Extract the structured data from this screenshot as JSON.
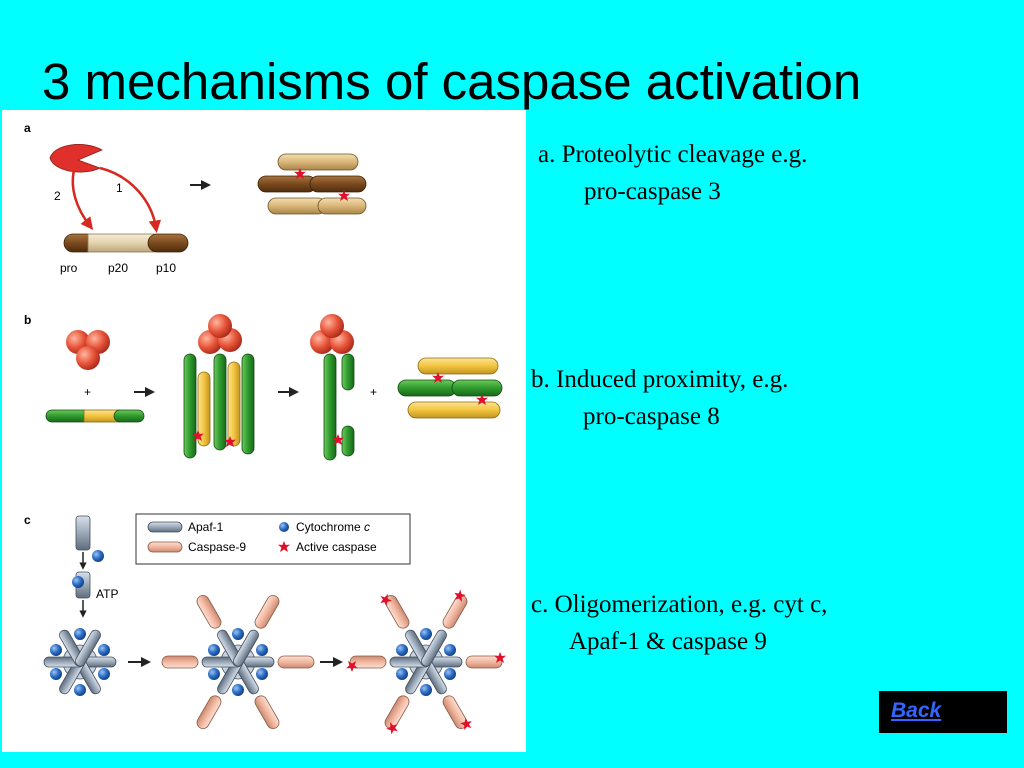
{
  "slide": {
    "title": "3 mechanisms of caspase activation",
    "background_color": "#00FFFF"
  },
  "figure": {
    "panel_a": {
      "tag": "a",
      "arrow_labels": [
        "2",
        "1"
      ],
      "segment_labels": [
        "pro",
        "p20",
        "p10"
      ]
    },
    "panel_b": {
      "tag": "b",
      "plus": "+"
    },
    "panel_c": {
      "tag": "c",
      "atp_label": "ATP",
      "legend": {
        "apaf": "Apaf-1",
        "caspase9": "Caspase-9",
        "cytochrome": "Cytochrome",
        "cytochrome_italic": "c",
        "active": "Active caspase"
      }
    },
    "colors": {
      "brown": "#7B4A1E",
      "tan": "#D9B678",
      "green": "#2E9A2E",
      "yellow": "#F2C43E",
      "red_ball": "#E8553A",
      "blue": "#2A6BC4",
      "salmon": "#F2B7A0",
      "grey": "#9AA8B8",
      "red_star": "#E0102A",
      "protease": "#E0302C"
    }
  },
  "descriptions": {
    "a": {
      "line1": "a.  Proteolytic cleavage e.g.",
      "line2": "pro-caspase 3"
    },
    "b": {
      "line1": "b.  Induced proximity, e.g.",
      "line2": "pro-caspase 8"
    },
    "c": {
      "line1": "c.  Oligomerization, e.g. cyt c,",
      "line2": "Apaf-1 & caspase 9"
    }
  },
  "nav": {
    "back_label": "Back"
  }
}
